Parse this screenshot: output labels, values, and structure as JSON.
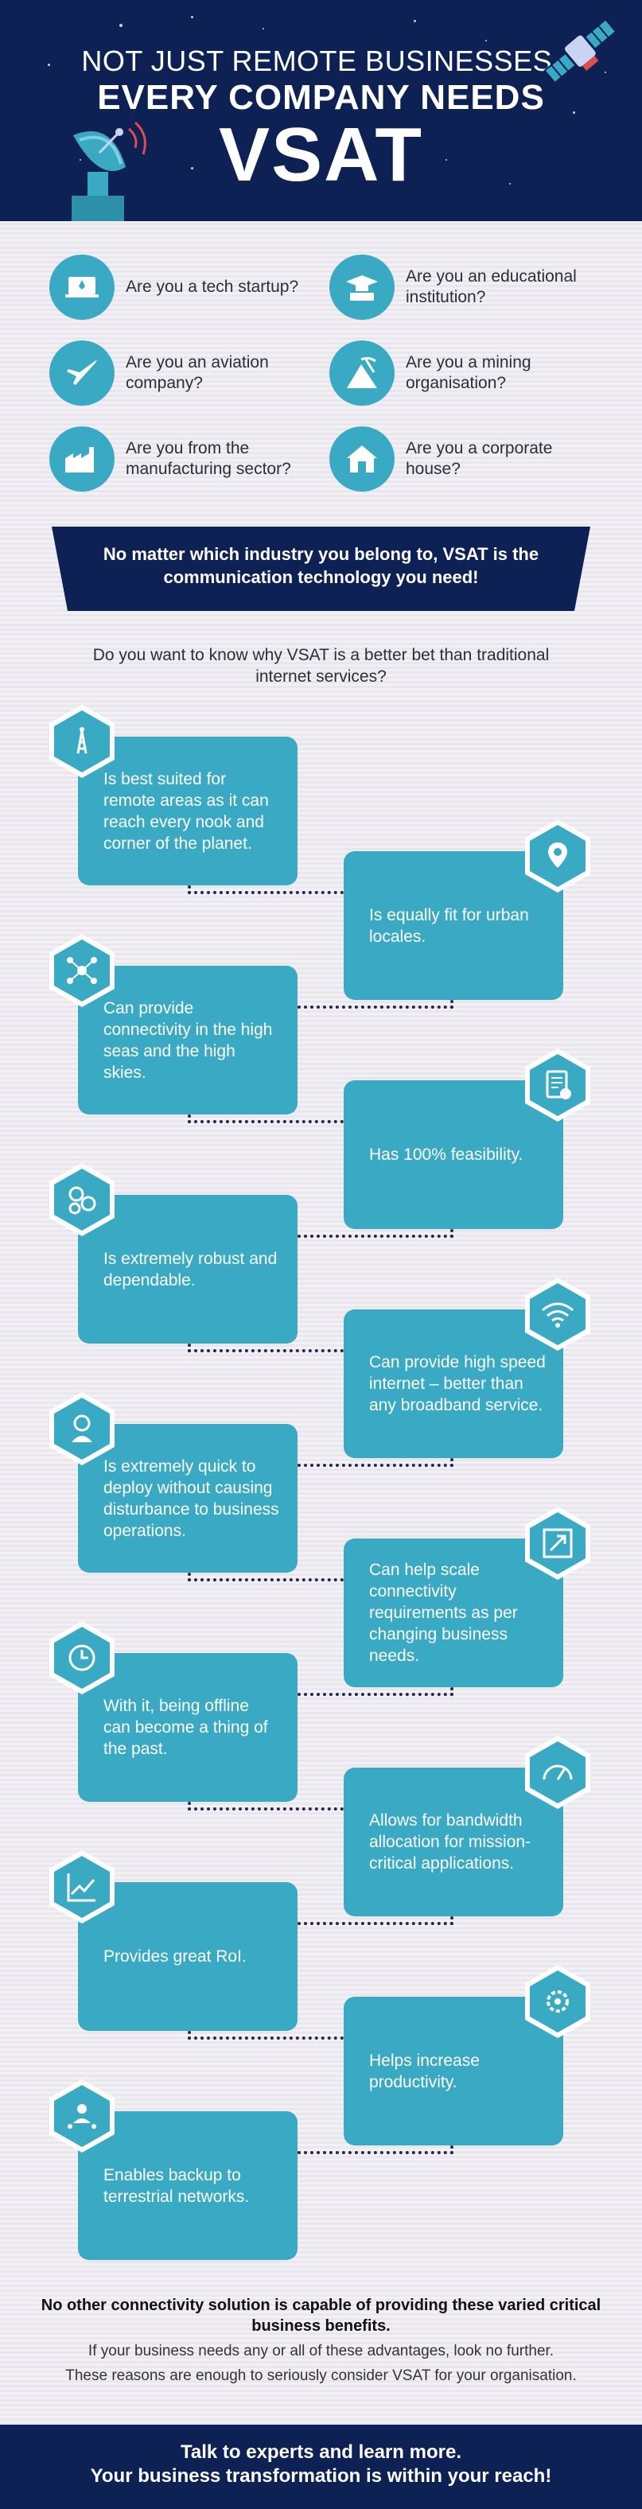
{
  "header": {
    "line1": "NOT JUST REMOTE BUSINESSES,",
    "line2": "EVERY COMPANY NEEDS",
    "line3": "VSAT"
  },
  "questions": [
    {
      "text": "Are you a tech startup?",
      "icon": "laptop-rocket-icon"
    },
    {
      "text": "Are you an educational institution?",
      "icon": "graduation-icon"
    },
    {
      "text": "Are you an aviation company?",
      "icon": "airplane-icon"
    },
    {
      "text": "Are you a mining organisation?",
      "icon": "mining-icon"
    },
    {
      "text": "Are you from the manufacturing sector?",
      "icon": "factory-icon"
    },
    {
      "text": "Are you a corporate house?",
      "icon": "house-icon"
    }
  ],
  "banner": "No matter which industry you belong to, VSAT is the communication technology you need!",
  "intro": "Do you want to know why VSAT is a better bet than traditional internet services?",
  "benefits": [
    {
      "text": "Is best suited for remote areas as it can reach every nook and corner of the planet.",
      "icon": "antenna-tower-icon"
    },
    {
      "text": "Is equally fit for urban locales.",
      "icon": "location-pin-icon"
    },
    {
      "text": "Can provide connectivity in the high seas and the high skies.",
      "icon": "network-nodes-icon"
    },
    {
      "text": "Has 100% feasibility.",
      "icon": "document-check-icon"
    },
    {
      "text": "Is extremely robust and dependable.",
      "icon": "gears-cluster-icon"
    },
    {
      "text": "Can provide high speed internet – better than any broadband service.",
      "icon": "wifi-icon"
    },
    {
      "text": "Is extremely quick to deploy without causing disturbance to business operations.",
      "icon": "person-gear-icon"
    },
    {
      "text": "Can help scale connectivity requirements as per changing business needs.",
      "icon": "expand-arrow-icon"
    },
    {
      "text": "With it, being offline can become a thing of the past.",
      "icon": "clock-history-icon"
    },
    {
      "text": "Allows for bandwidth allocation for mission-critical applications.",
      "icon": "speedometer-icon"
    },
    {
      "text": "Provides great RoI.",
      "icon": "trend-chart-icon"
    },
    {
      "text": "Helps increase productivity.",
      "icon": "gear-speed-icon"
    },
    {
      "text": "Enables backup to terrestrial networks.",
      "icon": "people-network-icon"
    }
  ],
  "closing": {
    "bold": "No other connectivity solution is capable of providing these varied critical business benefits.",
    "line2": "If your business needs any or all of these advantages, look no further.",
    "line3": "These reasons are enough to seriously consider VSAT for your organisation."
  },
  "footer": {
    "line1": "Talk to experts and learn more.",
    "line2": "Your business transformation is within your reach!"
  },
  "colors": {
    "navy": "#0d2154",
    "teal": "#3aa9c3",
    "dots": "#1f2a55"
  }
}
